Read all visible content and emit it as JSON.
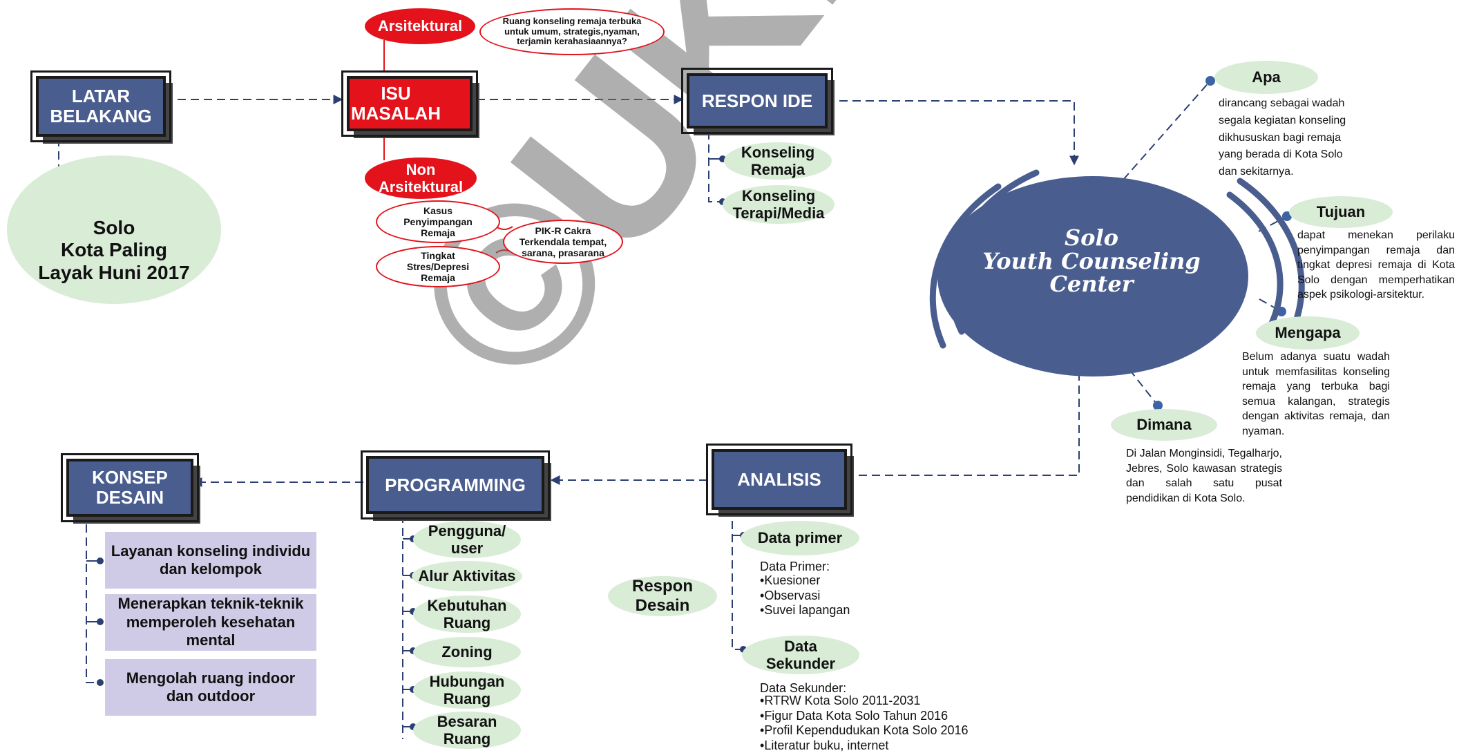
{
  "latar": {
    "title": "LATAR\nBELAKANG",
    "circle_text": "Solo\nKota Paling\nLayak Huni 2017"
  },
  "isu": {
    "title": "ISU\nMASALAH",
    "arsitektural": "Arsitektural",
    "arsitektural_note": "Ruang konseling remaja terbuka\nuntuk umum, strategis,nyaman,\nterjamin kerahasiaannya?",
    "non_arsitektural": "Non\nArsitektural",
    "kasus": "Kasus\nPenyimpangan\nRemaja",
    "tingkat": "Tingkat\nStres/Depresi\nRemaja",
    "pikr": "PIK-R Cakra\nTerkendala tempat,\nsarana, prasarana"
  },
  "respon": {
    "title": "RESPON IDE",
    "items": [
      "Konseling\nRemaja",
      "Konseling\nTerapi/Media"
    ]
  },
  "center": {
    "title": "Solo\nYouth Counseling\nCenter"
  },
  "apa": {
    "label": "Apa",
    "text": "dirancang sebagai wadah\nsegala kegiatan konseling\ndikhususkan bagi remaja\nyang berada di Kota Solo\ndan sekitarnya."
  },
  "tujuan": {
    "label": "Tujuan",
    "text": "dapat menekan perilaku penyimpangan remaja dan tingkat depresi remaja di Kota Solo dengan memperhatikan aspek psikologi-arsitektur."
  },
  "mengapa": {
    "label": "Mengapa",
    "text": "Belum adanya suatu wadah untuk memfasilitas konseling remaja yang terbuka bagi semua kalangan, strategis dengan aktivitas remaja, dan nyaman."
  },
  "dimana": {
    "label": "Dimana",
    "text": "Di Jalan Monginsidi, Tegalharjo, Jebres, Solo kawasan strategis dan salah satu pusat pendidikan di Kota Solo."
  },
  "analisis": {
    "title": "ANALISIS",
    "primer_label": "Data primer",
    "primer_heading": "Data Primer:",
    "primer_items": [
      "Kuesioner",
      "Observasi",
      "Suvei lapangan"
    ],
    "sekunder_label": "Data\nSekunder",
    "sekunder_heading": "Data Sekunder:",
    "sekunder_items": [
      "RTRW Kota Solo 2011-2031",
      "Figur Data Kota Solo Tahun 2016",
      "Profil Kependudukan Kota Solo 2016",
      "Literatur buku, internet"
    ],
    "respon_desain": "Respon\nDesain"
  },
  "programming": {
    "title": "PROGRAMMING",
    "items": [
      "Pengguna/\nuser",
      "Alur Aktivitas",
      "Kebutuhan\nRuang",
      "Zoning",
      "Hubungan\nRuang",
      "Besaran\nRuang"
    ]
  },
  "konsep": {
    "title": "KONSEP\nDESAIN",
    "items": [
      "Layanan konseling individu\ndan kelompok",
      "Menerapkan teknik-teknik\nmemperoleh kesehatan\nmental",
      "Mengolah ruang indoor\ndan outdoor"
    ]
  },
  "watermark": "©UKDW",
  "colors": {
    "blue": "#4a5d8f",
    "red": "#e3121b",
    "green": "#d8ecd6",
    "lavender": "#cfcbe6",
    "line": "#2b3f73"
  }
}
